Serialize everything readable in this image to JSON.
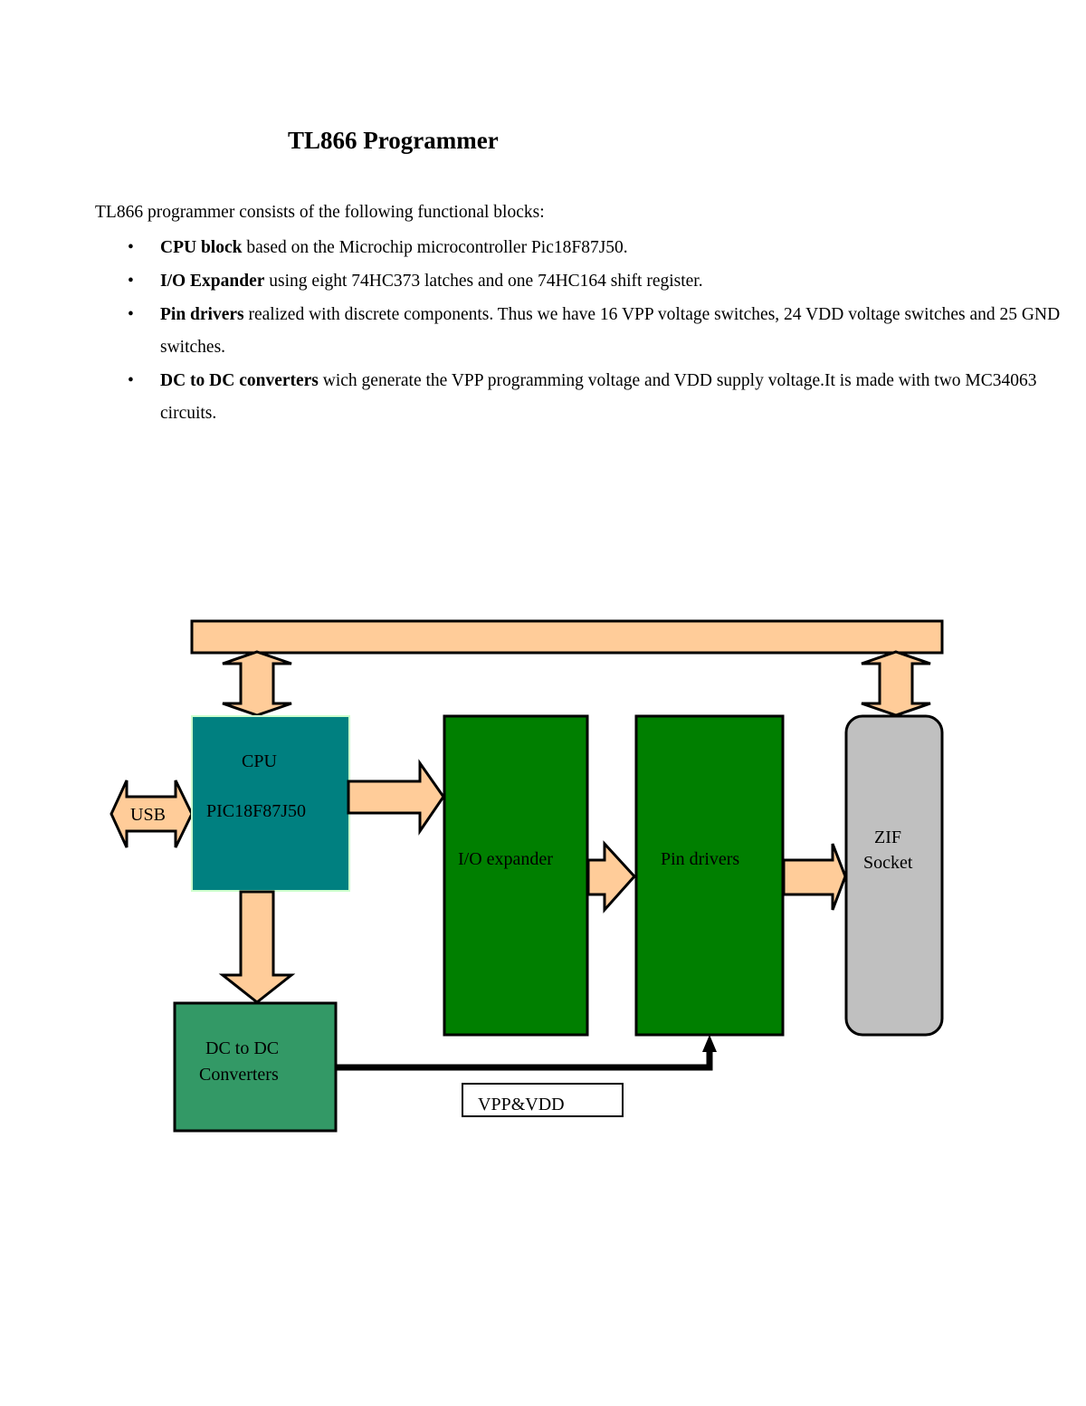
{
  "document": {
    "title": "TL866 Programmer",
    "intro": "TL866 programmer consists of the following functional blocks:",
    "bullets": [
      {
        "bold": "CPU block",
        "text": " based on the Microchip microcontroller Pic18F87J50."
      },
      {
        "bold": "I/O Expander",
        "text": " using eight 74HC373 latches and one 74HC164 shift register."
      },
      {
        "bold": "Pin drivers",
        "text": " realized with discrete components. Thus we have 16 VPP voltage switches, 24 VDD voltage switches and 25 GND switches."
      },
      {
        "bold": "DC to DC converters",
        "text": " wich generate the VPP programming voltage and  VDD supply voltage.It is made with two MC34063 circuits."
      }
    ],
    "bullet_glyph": "•"
  },
  "diagram": {
    "colors": {
      "arrow_fill": "#ffcc99",
      "cpu_fill": "#008080",
      "green_block_fill": "#007f00",
      "dcdc_fill": "#339966",
      "zif_fill": "#c0c0c0",
      "stroke": "#000000"
    },
    "blocks": {
      "usb": "USB",
      "cpu_line1": "CPU",
      "cpu_line2": "PIC18F87J50",
      "io_expander": "I/O expander",
      "pin_drivers": "Pin drivers",
      "zif_line1": "ZIF",
      "zif_line2": "Socket",
      "dcdc_line1": "DC to DC",
      "dcdc_line2": "Converters",
      "vpp_vdd_label": "VPP&VDD"
    }
  }
}
